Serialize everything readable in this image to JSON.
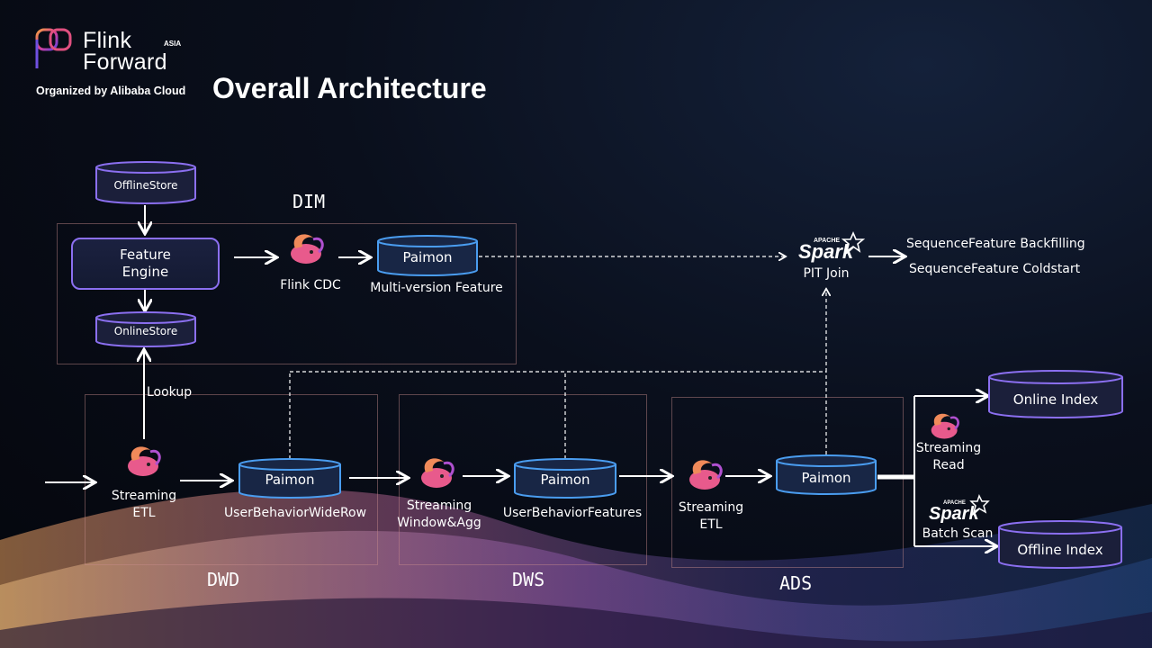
{
  "brand": {
    "line1": "Flink",
    "line2": "Forward",
    "asia": "ASIA",
    "organized": "Organized by Alibaba Cloud"
  },
  "title": "Overall Architecture",
  "regions": {
    "dim": "DIM",
    "dwd": "DWD",
    "dws": "DWS",
    "ads": "ADS"
  },
  "dim": {
    "offline_store": "OfflineStore",
    "feature_engine": "Feature\nEngine",
    "online_store": "OnlineStore",
    "flink_cdc": "Flink CDC",
    "paimon": "Paimon",
    "paimon_caption": "Multi-version Feature"
  },
  "lookup": "Lookup",
  "spark_join": {
    "apache": "APACHE",
    "spark": "Spark",
    "caption": "PIT Join"
  },
  "sequence": {
    "backfilling": "SequenceFeature Backfilling",
    "coldstart": "SequenceFeature Coldstart"
  },
  "dwd": {
    "etl": "Streaming\nETL",
    "paimon": "Paimon",
    "paimon_caption": "UserBehaviorWideRow"
  },
  "dws": {
    "agg": "Streaming\nWindow&Agg",
    "paimon": "Paimon",
    "paimon_caption": "UserBehaviorFeatures"
  },
  "ads": {
    "etl": "Streaming\nETL",
    "paimon": "Paimon"
  },
  "outputs": {
    "streaming_read": "Streaming\nRead",
    "batch_scan": "Batch Scan",
    "online_index": "Online Index",
    "offline_index": "Offline Index",
    "spark_apache": "APACHE",
    "spark": "Spark"
  },
  "colors": {
    "accent_purple": "#8b6ff0",
    "paimon_blue": "#4a9df0",
    "region_border": "#c88c8c"
  }
}
